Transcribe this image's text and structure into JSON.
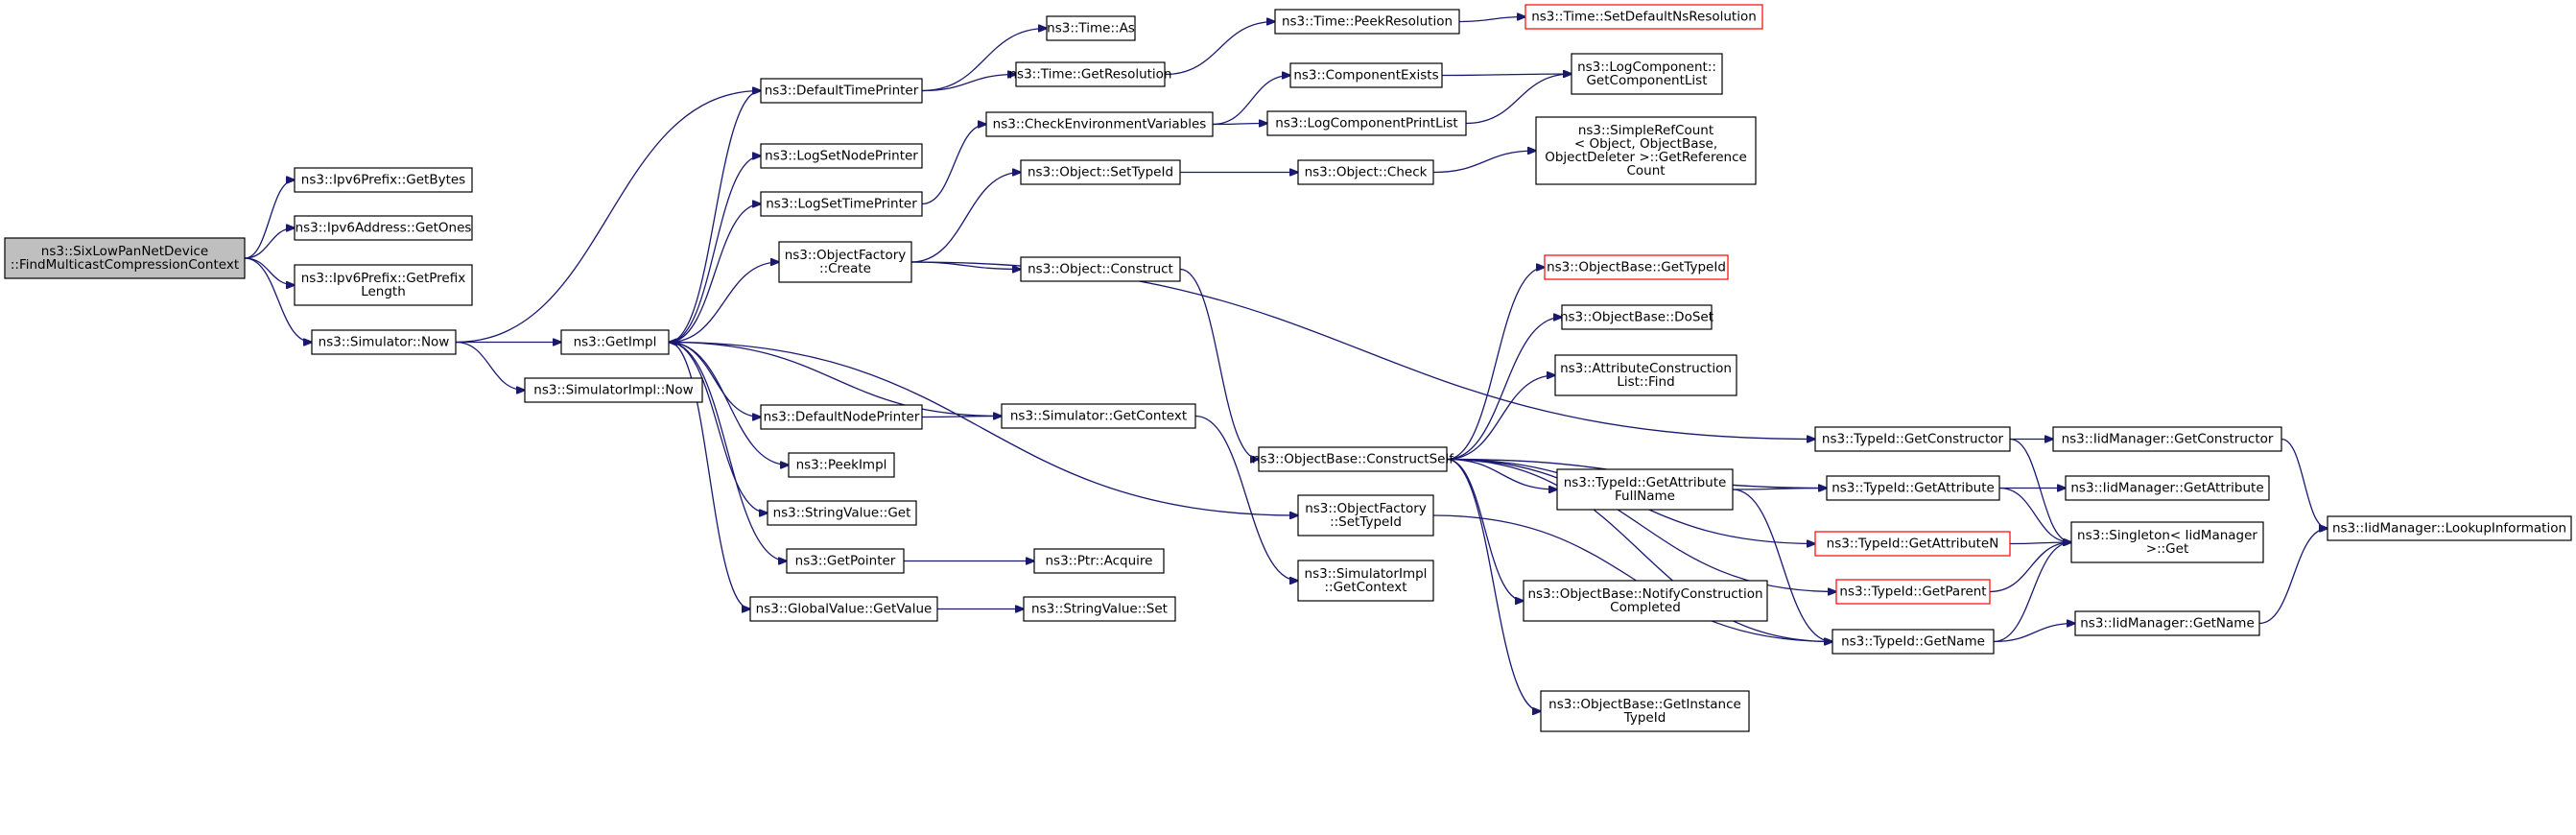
{
  "graph": {
    "colors": {
      "edge": "#191970",
      "border": "#000000",
      "highlight_border": "#ff0000",
      "root_fill": "#bfbfbf"
    },
    "nodes": [
      {
        "id": "root",
        "lines": [
          "ns3::SixLowPanNetDevice",
          "::FindMulticastCompressionContext"
        ],
        "style": "root"
      },
      {
        "id": "ipv6prefix_getbytes",
        "lines": [
          "ns3::Ipv6Prefix::GetBytes"
        ]
      },
      {
        "id": "ipv6address_getones",
        "lines": [
          "ns3::Ipv6Address::GetOnes"
        ]
      },
      {
        "id": "ipv6prefix_getprefixlength",
        "lines": [
          "ns3::Ipv6Prefix::GetPrefix",
          "Length"
        ]
      },
      {
        "id": "simulator_now",
        "lines": [
          "ns3::Simulator::Now"
        ]
      },
      {
        "id": "getimpl",
        "lines": [
          "ns3::GetImpl"
        ]
      },
      {
        "id": "simulatorimpl_now",
        "lines": [
          "ns3::SimulatorImpl::Now"
        ]
      },
      {
        "id": "defaulttimeprinter",
        "lines": [
          "ns3::DefaultTimePrinter"
        ]
      },
      {
        "id": "time_as",
        "lines": [
          "ns3::Time::As"
        ]
      },
      {
        "id": "time_getresolution",
        "lines": [
          "ns3::Time::GetResolution"
        ]
      },
      {
        "id": "time_peekresolution",
        "lines": [
          "ns3::Time::PeekResolution"
        ]
      },
      {
        "id": "time_setdefaultnsresolution",
        "lines": [
          "ns3::Time::SetDefaultNsResolution"
        ],
        "style": "red"
      },
      {
        "id": "logsetnodeprinter",
        "lines": [
          "ns3::LogSetNodePrinter"
        ]
      },
      {
        "id": "logsettimeprinter",
        "lines": [
          "ns3::LogSetTimePrinter"
        ]
      },
      {
        "id": "checkenvironmentvariables",
        "lines": [
          "ns3::CheckEnvironmentVariables"
        ]
      },
      {
        "id": "componentexists",
        "lines": [
          "ns3::ComponentExists"
        ]
      },
      {
        "id": "logcomponentprintlist",
        "lines": [
          "ns3::LogComponentPrintList"
        ]
      },
      {
        "id": "logcomponent_getcomponentlist",
        "lines": [
          "ns3::LogComponent::",
          "GetComponentList"
        ]
      },
      {
        "id": "objectfactory_create",
        "lines": [
          "ns3::ObjectFactory",
          "::Create"
        ]
      },
      {
        "id": "object_settypeid",
        "lines": [
          "ns3::Object::SetTypeId"
        ]
      },
      {
        "id": "object_check",
        "lines": [
          "ns3::Object::Check"
        ]
      },
      {
        "id": "simplerefcount_getreferencecount",
        "lines": [
          "ns3::SimpleRefCount",
          "< Object, ObjectBase,",
          " ObjectDeleter >::GetReference",
          "Count"
        ]
      },
      {
        "id": "object_construct",
        "lines": [
          "ns3::Object::Construct"
        ]
      },
      {
        "id": "objectbase_gettypeid",
        "lines": [
          "ns3::ObjectBase::GetTypeId"
        ],
        "style": "red"
      },
      {
        "id": "objectbase_doset",
        "lines": [
          "ns3::ObjectBase::DoSet"
        ]
      },
      {
        "id": "attributeconstructionlist_find",
        "lines": [
          "ns3::AttributeConstruction",
          "List::Find"
        ]
      },
      {
        "id": "objectbase_constructself",
        "lines": [
          "ns3::ObjectBase::ConstructSelf"
        ]
      },
      {
        "id": "defaultnodeprinter",
        "lines": [
          "ns3::DefaultNodePrinter"
        ]
      },
      {
        "id": "simulator_getcontext",
        "lines": [
          "ns3::Simulator::GetContext"
        ]
      },
      {
        "id": "peekimpl",
        "lines": [
          "ns3::PeekImpl"
        ]
      },
      {
        "id": "stringvalue_get",
        "lines": [
          "ns3::StringValue::Get"
        ]
      },
      {
        "id": "getpointer",
        "lines": [
          "ns3::GetPointer"
        ]
      },
      {
        "id": "ptr_acquire",
        "lines": [
          "ns3::Ptr::Acquire"
        ]
      },
      {
        "id": "globalvalue_getvalue",
        "lines": [
          "ns3::GlobalValue::GetValue"
        ]
      },
      {
        "id": "stringvalue_set",
        "lines": [
          "ns3::StringValue::Set"
        ]
      },
      {
        "id": "objectfactory_settypeid",
        "lines": [
          "ns3::ObjectFactory",
          "::SetTypeId"
        ]
      },
      {
        "id": "simulatorimpl_getcontext",
        "lines": [
          "ns3::SimulatorImpl",
          "::GetContext"
        ]
      },
      {
        "id": "typeid_getattributefullname",
        "lines": [
          "ns3::TypeId::GetAttribute",
          "FullName"
        ]
      },
      {
        "id": "objectbase_notifyconstructioncompleted",
        "lines": [
          "ns3::ObjectBase::NotifyConstruction",
          "Completed"
        ]
      },
      {
        "id": "objectbase_getinstancetypeid",
        "lines": [
          "ns3::ObjectBase::GetInstance",
          "TypeId"
        ]
      },
      {
        "id": "typeid_getconstructor",
        "lines": [
          "ns3::TypeId::GetConstructor"
        ]
      },
      {
        "id": "typeid_getattribute",
        "lines": [
          "ns3::TypeId::GetAttribute"
        ]
      },
      {
        "id": "typeid_getattributen",
        "lines": [
          "ns3::TypeId::GetAttributeN"
        ],
        "style": "red"
      },
      {
        "id": "typeid_getparent",
        "lines": [
          "ns3::TypeId::GetParent"
        ],
        "style": "red"
      },
      {
        "id": "typeid_getname",
        "lines": [
          "ns3::TypeId::GetName"
        ]
      },
      {
        "id": "iidmanager_getconstructor",
        "lines": [
          "ns3::IidManager::GetConstructor"
        ]
      },
      {
        "id": "iidmanager_getattribute",
        "lines": [
          "ns3::IidManager::GetAttribute"
        ]
      },
      {
        "id": "singleton_iidmanager_get",
        "lines": [
          "ns3::Singleton< IidManager",
          " >::Get"
        ]
      },
      {
        "id": "iidmanager_getname",
        "lines": [
          "ns3::IidManager::GetName"
        ]
      },
      {
        "id": "iidmanager_lookupinformation",
        "lines": [
          "ns3::IidManager::LookupInformation"
        ]
      }
    ],
    "edges": [
      [
        "root",
        "ipv6prefix_getbytes"
      ],
      [
        "root",
        "ipv6address_getones"
      ],
      [
        "root",
        "ipv6prefix_getprefixlength"
      ],
      [
        "root",
        "simulator_now"
      ],
      [
        "simulator_now",
        "defaulttimeprinter"
      ],
      [
        "simulator_now",
        "getimpl"
      ],
      [
        "simulator_now",
        "simulatorimpl_now"
      ],
      [
        "getimpl",
        "defaulttimeprinter"
      ],
      [
        "getimpl",
        "logsetnodeprinter"
      ],
      [
        "getimpl",
        "logsettimeprinter"
      ],
      [
        "getimpl",
        "objectfactory_create"
      ],
      [
        "getimpl",
        "objectfactory_settypeid"
      ],
      [
        "getimpl",
        "defaultnodeprinter"
      ],
      [
        "getimpl",
        "peekimpl"
      ],
      [
        "getimpl",
        "stringvalue_get"
      ],
      [
        "getimpl",
        "getpointer"
      ],
      [
        "getimpl",
        "globalvalue_getvalue"
      ],
      [
        "defaulttimeprinter",
        "time_as"
      ],
      [
        "defaulttimeprinter",
        "time_getresolution"
      ],
      [
        "time_getresolution",
        "time_peekresolution"
      ],
      [
        "time_peekresolution",
        "time_setdefaultnsresolution"
      ],
      [
        "logsettimeprinter",
        "checkenvironmentvariables"
      ],
      [
        "checkenvironmentvariables",
        "componentexists"
      ],
      [
        "checkenvironmentvariables",
        "logcomponentprintlist"
      ],
      [
        "componentexists",
        "logcomponent_getcomponentlist"
      ],
      [
        "logcomponentprintlist",
        "logcomponent_getcomponentlist"
      ],
      [
        "objectfactory_create",
        "object_settypeid"
      ],
      [
        "objectfactory_create",
        "object_construct"
      ],
      [
        "objectfactory_create",
        "typeid_getconstructor"
      ],
      [
        "object_settypeid",
        "object_check"
      ],
      [
        "object_check",
        "simplerefcount_getreferencecount"
      ],
      [
        "object_construct",
        "objectbase_constructself"
      ],
      [
        "objectbase_constructself",
        "objectbase_gettypeid"
      ],
      [
        "objectbase_constructself",
        "objectbase_doset"
      ],
      [
        "objectbase_constructself",
        "attributeconstructionlist_find"
      ],
      [
        "objectbase_constructself",
        "typeid_getattributefullname"
      ],
      [
        "objectbase_constructself",
        "typeid_getattribute"
      ],
      [
        "objectbase_constructself",
        "typeid_getattributen"
      ],
      [
        "objectbase_constructself",
        "objectbase_notifyconstructioncompleted"
      ],
      [
        "objectbase_constructself",
        "objectbase_getinstancetypeid"
      ],
      [
        "objectbase_constructself",
        "typeid_getparent"
      ],
      [
        "objectbase_constructself",
        "typeid_getname"
      ],
      [
        "defaultnodeprinter",
        "simulator_getcontext"
      ],
      [
        "simulator_getcontext",
        "getimpl"
      ],
      [
        "simulator_getcontext",
        "simulatorimpl_getcontext"
      ],
      [
        "getpointer",
        "ptr_acquire"
      ],
      [
        "globalvalue_getvalue",
        "stringvalue_set"
      ],
      [
        "objectfactory_settypeid",
        "typeid_getname"
      ],
      [
        "typeid_getattributefullname",
        "typeid_getattribute"
      ],
      [
        "typeid_getattributefullname",
        "typeid_getname"
      ],
      [
        "typeid_getconstructor",
        "iidmanager_getconstructor"
      ],
      [
        "typeid_getconstructor",
        "singleton_iidmanager_get"
      ],
      [
        "typeid_getattribute",
        "iidmanager_getattribute"
      ],
      [
        "typeid_getattribute",
        "singleton_iidmanager_get"
      ],
      [
        "typeid_getattributen",
        "singleton_iidmanager_get"
      ],
      [
        "typeid_getparent",
        "singleton_iidmanager_get"
      ],
      [
        "typeid_getname",
        "singleton_iidmanager_get"
      ],
      [
        "typeid_getname",
        "iidmanager_getname"
      ],
      [
        "iidmanager_getconstructor",
        "iidmanager_lookupinformation"
      ],
      [
        "iidmanager_getname",
        "iidmanager_lookupinformation"
      ]
    ]
  }
}
